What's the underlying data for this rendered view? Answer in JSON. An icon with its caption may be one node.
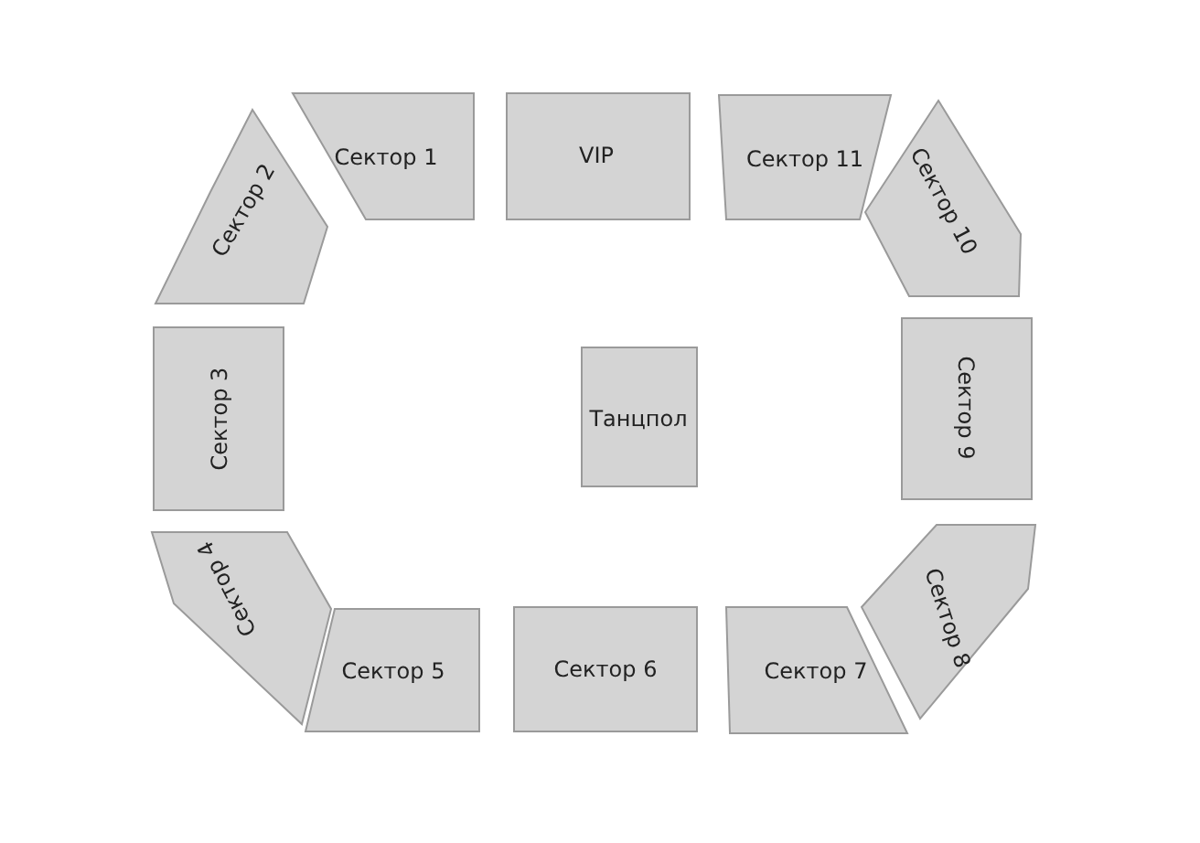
{
  "diagram": {
    "nodes": [
      {
        "text": [
          "Сектор 1"
        ]
      },
      {
        "text": [
          "VIP"
        ]
      },
      {
        "text": [
          "Сектор 11"
        ]
      },
      {
        "text": [
          "Сектор 10"
        ]
      },
      {
        "text": [
          "Сектор 9"
        ]
      },
      {
        "text": [
          "Сектор 8"
        ]
      },
      {
        "text": [
          "Сектор 7"
        ]
      },
      {
        "text": [
          "Сектор 6"
        ]
      },
      {
        "text": [
          "Сектор 5"
        ]
      },
      {
        "text": [
          "Сектор 4"
        ]
      },
      {
        "text": [
          "Сектор 3"
        ]
      },
      {
        "text": [
          "Сектор 2"
        ]
      },
      {
        "text": [
          "Танцпол"
        ]
      }
    ]
  }
}
